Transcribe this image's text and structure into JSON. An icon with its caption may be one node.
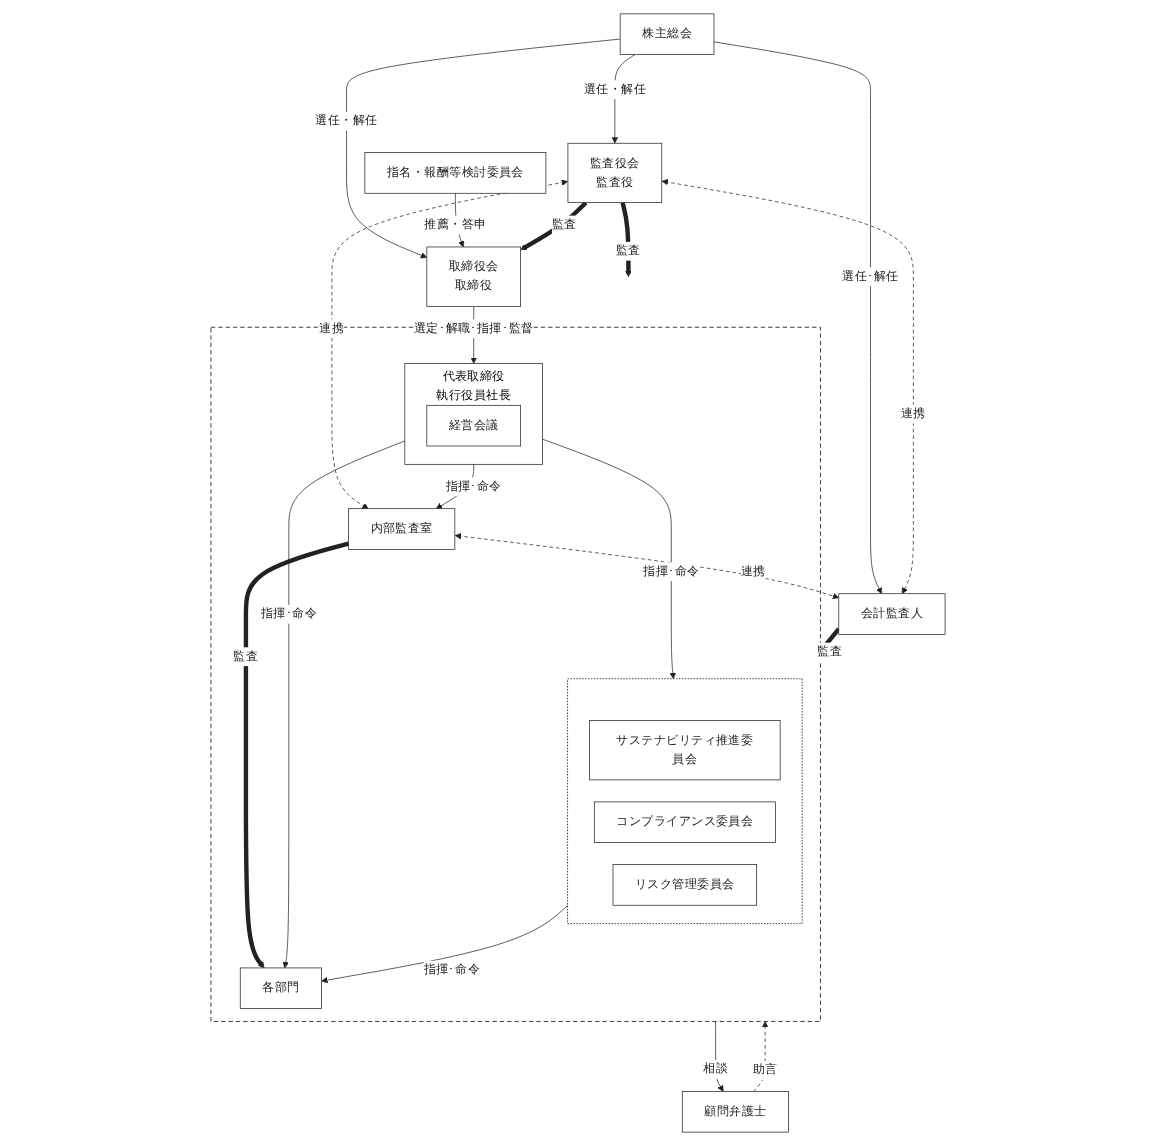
{
  "diagram": {
    "nodes": [
      {
        "text": [
          "株主総会"
        ]
      },
      {
        "text": [
          "指名・報酬等検討委員会"
        ]
      },
      {
        "text": [
          "取締役会",
          "取締役"
        ]
      },
      {
        "text": [
          "監査役会",
          "監査役"
        ]
      },
      {
        "text": [
          "顧問弁護士"
        ]
      },
      {
        "text": [
          "会計監査人"
        ]
      },
      {
        "text": [],
        "shape": "box"
      },
      {
        "text": [
          "代表取締役",
          "執行役員社長"
        ],
        "in": 6
      },
      {
        "text": [
          "経営会議"
        ],
        "in": 7
      },
      {
        "text": [
          "内部監査室"
        ],
        "in": 6
      },
      {
        "text": [],
        "shape": "box",
        "in": 6
      },
      {
        "text": [
          "サステナビリティ推進委員会"
        ],
        "in": 10
      },
      {
        "text": [
          "コンプライアンス委員会"
        ],
        "in": 10
      },
      {
        "text": [
          "リスク管理委員会"
        ],
        "in": 10
      },
      {
        "text": [
          "各部門"
        ],
        "in": 6
      }
    ],
    "edges": [
      {
        "from": 0,
        "to": 2,
        "arrow": "to",
        "label": "選任・解任"
      },
      {
        "from": 0,
        "to": 3,
        "arrow": "to",
        "label": "選任・解任"
      },
      {
        "from": 0,
        "to": 5,
        "arrow": "to",
        "label": "選任･解任"
      },
      {
        "from": 1,
        "to": 2,
        "arrow": "to",
        "label": "推薦・答申"
      },
      {
        "from": 3,
        "to": 2,
        "arrow": "to",
        "label": "監査",
        "style": "thick"
      },
      {
        "from": 3,
        "to": 5,
        "arrow": "both",
        "label": "連携",
        "style": "dashed"
      },
      {
        "from": 2,
        "to": 7,
        "arrow": "to",
        "label": "選定･解職･指揮･監督"
      },
      {
        "from": 3,
        "to": 6,
        "arrow": "to",
        "label": "監査",
        "style": "thick"
      },
      {
        "from": 3,
        "to": 9,
        "arrow": "both",
        "label": "連携",
        "style": "dashed"
      },
      {
        "from": 7,
        "to": 9,
        "arrow": "to",
        "label": "指揮･命令"
      },
      {
        "from": 9,
        "to": 5,
        "arrow": "both",
        "label": "連携",
        "style": "dashed"
      },
      {
        "from": 6,
        "to": 4,
        "arrow": "to",
        "label": "相談"
      },
      {
        "from": 4,
        "to": 6,
        "arrow": "to",
        "label": "助言",
        "style": "dashed"
      },
      {
        "from": 7,
        "to": 14,
        "arrow": "to",
        "label": "指揮･命令"
      },
      {
        "from": 7,
        "to": 10,
        "arrow": "to",
        "label": "指揮･命令"
      },
      {
        "from": 10,
        "to": 14,
        "arrow": "to",
        "label": "指揮･命令"
      },
      {
        "from": 9,
        "to": 14,
        "arrow": "to",
        "label": "監査",
        "style": "thick"
      },
      {
        "from": 5,
        "to": 6,
        "arrow": "to",
        "label": "監査",
        "style": "thick"
      }
    ]
  }
}
